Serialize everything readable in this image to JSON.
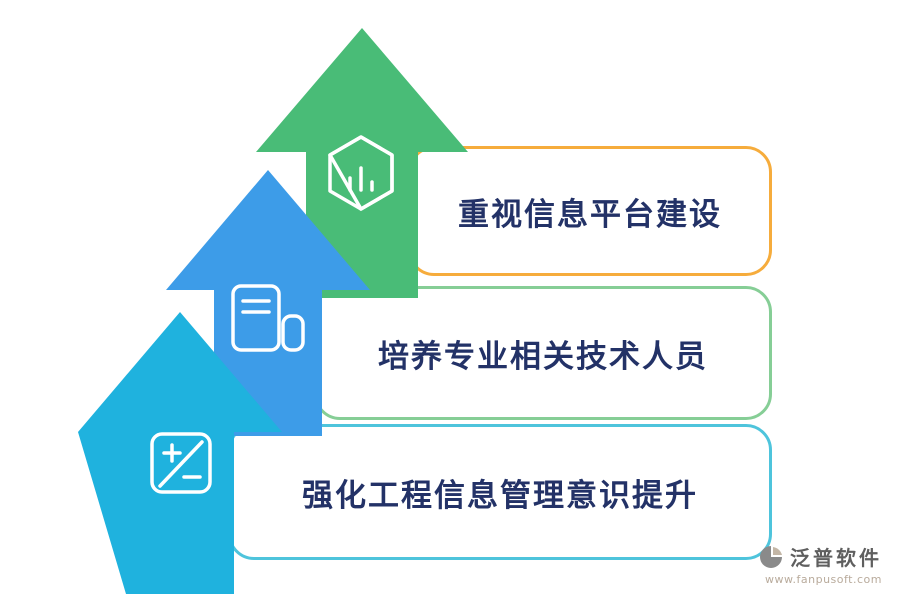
{
  "items": [
    {
      "label": "重视信息平台建设",
      "icon": "hexagon-chart-icon",
      "arrow_color": "#49BC77",
      "box_border_color": "#F6AC3C"
    },
    {
      "label": "培养专业相关技术人员",
      "icon": "notebook-icon",
      "arrow_color": "#3D9CE8",
      "box_border_color": "#86CE96"
    },
    {
      "label": "强化工程信息管理意识提升",
      "icon": "plus-minus-calculator-icon",
      "arrow_color": "#1FB2DE",
      "box_border_color": "#4EC4DC"
    }
  ],
  "text_color": "#233267",
  "logo": {
    "name": "泛普软件",
    "website": "www.fanpusoft.com",
    "icon": "fanpu-logo-icon"
  }
}
